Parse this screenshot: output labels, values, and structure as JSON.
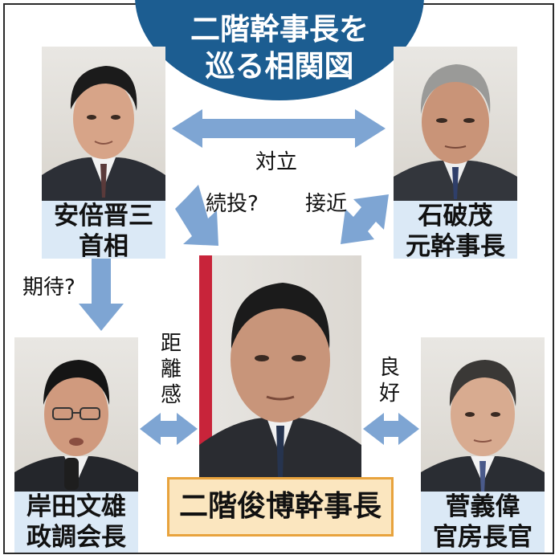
{
  "title": {
    "line1": "二階幹事長を",
    "line2": "巡る相関図"
  },
  "people": {
    "abe": {
      "line1": "安倍晋三",
      "line2": "首相"
    },
    "ishiba": {
      "line1": "石破茂",
      "line2": "元幹事長"
    },
    "kishida": {
      "line1": "岸田文雄",
      "line2": "政調会長"
    },
    "suga": {
      "line1": "菅義偉",
      "line2": "官房長官"
    },
    "nikai": {
      "name": "二階俊博幹事長"
    }
  },
  "relations": {
    "taiho": "対立",
    "zokuto": "続投?",
    "sekkin": "接近",
    "kitai": "期待?",
    "kyorikan": [
      "距",
      "離",
      "感"
    ],
    "ryoko": [
      "良",
      "好"
    ]
  },
  "colors": {
    "title_bg": "#1c5d91",
    "label_bg": "#dbe9f6",
    "arrow": "#7ea5d3",
    "center_label_bg": "#fbe6bf",
    "center_label_border": "#e8a33d"
  }
}
